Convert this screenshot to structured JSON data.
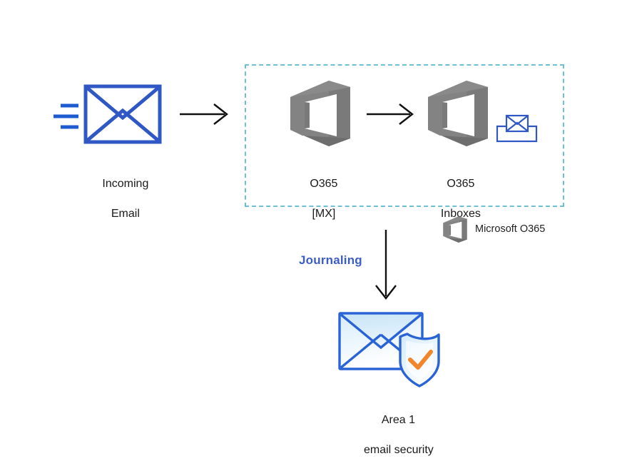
{
  "diagram": {
    "title": "Office 365 journaling to Area 1 email security flow",
    "background_color": "#ffffff",
    "colors": {
      "envelope_blue": "#2f58c4",
      "speed_line_blue": "#1f5bd0",
      "dashed_border": "#6fc0d4",
      "o365_gray": "#7b7b7b",
      "o365_gray_dark": "#6e6e6e",
      "arrow_black": "#111111",
      "journaling_blue": "#3c5ec4",
      "area1_blue": "#2a63d6",
      "area1_fill_light": "#e3f1fb",
      "shield_fill": "#d9eefb",
      "check_orange": "#f2862a",
      "text_black": "#1a1a1a"
    },
    "nodes": [
      {
        "id": "incoming-email",
        "icon": "envelope-icon",
        "label_line1": "Incoming",
        "label_line2": "Email"
      },
      {
        "id": "o365-mx",
        "icon": "office365-logo-icon",
        "label_line1": "O365",
        "label_line2": "[MX]"
      },
      {
        "id": "o365-inboxes",
        "icon": "office365-logo-icon",
        "secondary_icon": "inbox-tray-envelope-icon",
        "label_line1": "O365",
        "label_line2": "Inboxes"
      },
      {
        "id": "area1-email-security",
        "icon": "envelope-shield-check-icon",
        "label_line1": "Area 1",
        "label_line2": "email security"
      }
    ],
    "edges": [
      {
        "id": "edge-incoming-to-mx",
        "style": "solid-arrow",
        "direction": "right",
        "label": ""
      },
      {
        "id": "edge-mx-to-inboxes",
        "style": "solid-arrow",
        "direction": "right",
        "label": ""
      },
      {
        "id": "edge-inboxes-to-area1",
        "style": "solid-arrow",
        "direction": "down",
        "label": "Journaling"
      }
    ],
    "group": {
      "id": "o365-boundary",
      "style": "dashed",
      "label": ""
    },
    "legend": {
      "icon": "office365-logo-icon",
      "label": "Microsoft O365"
    }
  }
}
